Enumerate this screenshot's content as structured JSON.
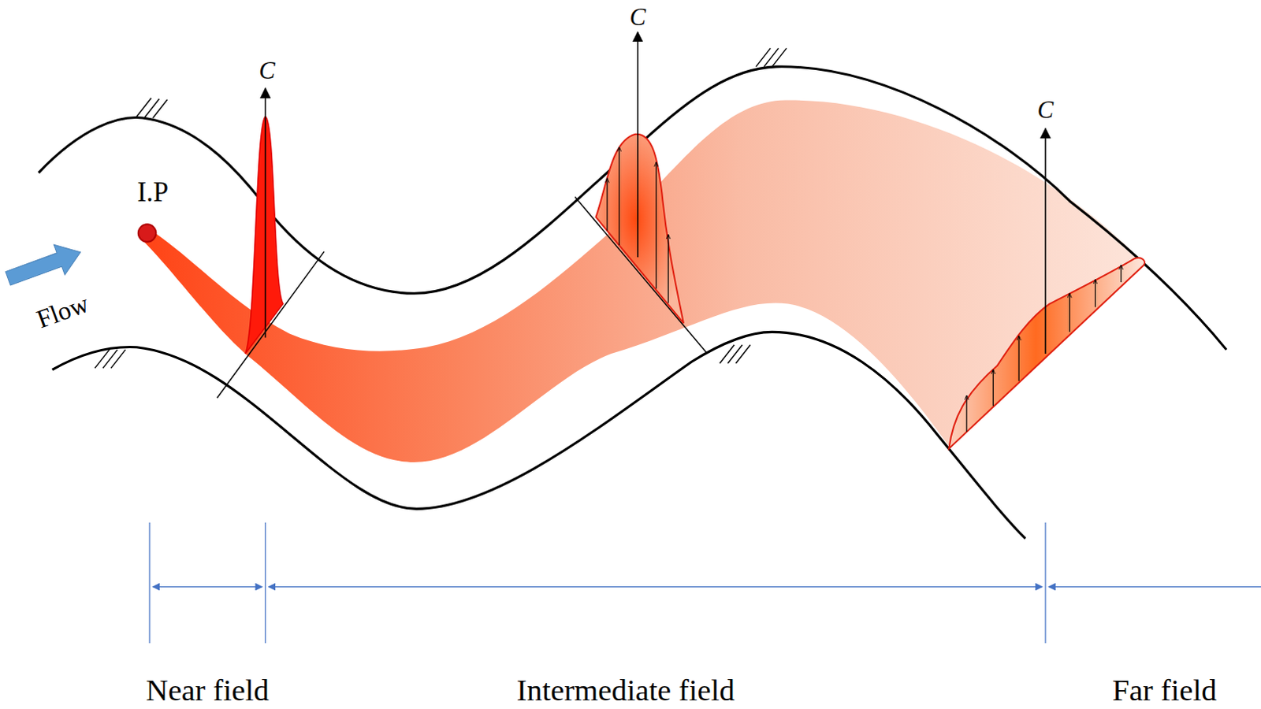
{
  "diagram": {
    "labels": [
      "I.P",
      "Flow",
      "C",
      "C",
      "C",
      "Near field",
      "Intermediate field",
      "Far field"
    ]
  }
}
